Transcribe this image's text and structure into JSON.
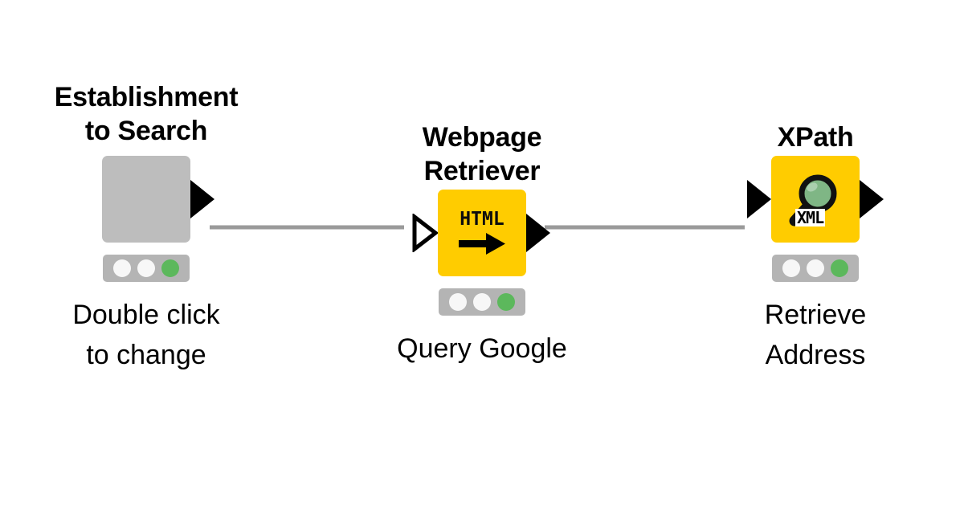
{
  "canvas": {
    "background": "#ffffff",
    "connection_color": "#9a9a9a",
    "accent_yellow": "#ffcc00",
    "grey_node": "#bdbdbd",
    "status_green": "#5cb85c",
    "status_bar_bg": "#b4b4b4"
  },
  "nodes": [
    {
      "id": "establishment",
      "title": "Establishment\nto Search",
      "label": "Double click\nto change",
      "box_color": "#bdbdbd",
      "icon": "blank-node-icon",
      "ports": {
        "in": "none",
        "out": "filled-triangle"
      },
      "status": [
        "off",
        "off",
        "green"
      ]
    },
    {
      "id": "webpage-retriever",
      "title": "Webpage Retriever",
      "label": "Query Google",
      "box_color": "#ffcc00",
      "icon": "html-arrow-icon",
      "icon_text": "HTML",
      "ports": {
        "in": "hollow-triangle",
        "out": "filled-triangle"
      },
      "status": [
        "off",
        "off",
        "green"
      ]
    },
    {
      "id": "xpath",
      "title": "XPath",
      "label": "Retrieve\nAddress",
      "box_color": "#ffcc00",
      "icon": "magnifier-xml-icon",
      "icon_text": "XML",
      "ports": {
        "in": "filled-triangle",
        "out": "filled-triangle"
      },
      "status": [
        "off",
        "off",
        "green"
      ]
    }
  ],
  "connections": [
    {
      "from": "establishment",
      "to": "webpage-retriever"
    },
    {
      "from": "webpage-retriever",
      "to": "xpath"
    }
  ]
}
